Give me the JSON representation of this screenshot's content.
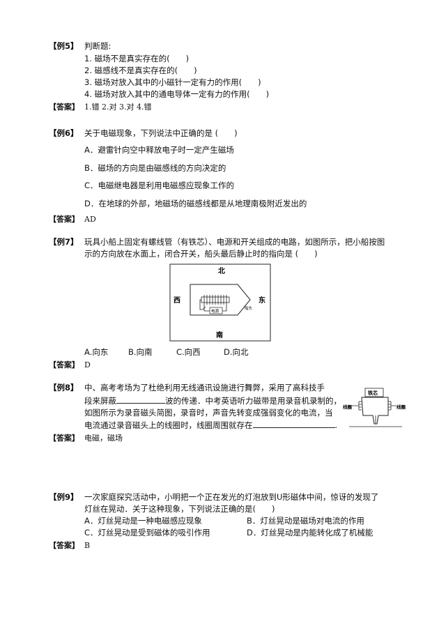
{
  "ex5": {
    "label": "【例5】",
    "title": "判断题:",
    "items": [
      "1. 磁场不是真实存在的(　　)",
      "2. 磁感线不是真实存在的(　　)",
      "3. 磁场对放入其中的小磁针一定有力的作用(　　)",
      "4. 磁场对放入其中的通电导体一定有力的作用(　　)"
    ],
    "answer_label": "【答案】",
    "answer": "1.错 2.对 3.对 4.错"
  },
  "ex6": {
    "label": "【例6】",
    "question": "关于电磁现象，下列说法中正确的是 (　　)",
    "options": [
      "A．避雷针向空中释放电子时一定产生磁场",
      "B．磁场的方向是由磁感线的方向决定的",
      "C．电磁继电器是利用电磁感应现象工作的",
      "D．在地球的外部，地磁场的磁感线都是从地理南极附近发出的"
    ],
    "answer_label": "【答案】",
    "answer": "AD"
  },
  "ex7": {
    "label": "【例7】",
    "question_line1": "玩具小船上固定有螺线管（有铁芯）、电源和开关组成的电路，如图所示，把小船按图",
    "question_line2": "示的方向放在水面上，闭合开关，船头最后静止时的指向是 (　　)",
    "figure": {
      "north": "北",
      "south": "南",
      "west": "西",
      "east": "东",
      "power": "电源",
      "bow": "船头"
    },
    "options": [
      "A.向东",
      "B.向南",
      "C.向西",
      "D.向北"
    ],
    "answer_label": "【答案】",
    "answer": "D"
  },
  "ex8": {
    "label": "【例8】",
    "line1": "中、高考考场为了杜绝利用无线通讯设施进行舞弊，采用了高科技手",
    "line2_a": "段来屏蔽",
    "line2_b": "波的传递．中考英语听力磁带是用录音机录制的，",
    "line3": "如图所示为录音磁头简图，录音时，声音先转变成强弱变化的电流，当",
    "line4_a": "电流通过录音磁头上的线圈时，线圈周围就存在",
    "line4_b": ".",
    "figure": {
      "core": "铁芯",
      "coil_left": "线圈",
      "coil_right": "线圈"
    },
    "answer_label": "【答案】",
    "answer": "电磁，磁场"
  },
  "ex9": {
    "label": "【例9】",
    "line1": "一次家庭探究活动中，小明把一个正在发光的灯泡放到U形磁体中间，惊讶的发现了",
    "line2": "灯丝在晃动．关于这种现象，下列说法正确的是(　　)",
    "options": [
      "A．灯丝晃动是一种电磁感应现象",
      "B．灯丝晃动是磁场对电流的作用",
      "C．灯丝晃动是受到磁体的吸引作用",
      "D．灯丝晃动是内能转化成了机械能"
    ],
    "answer_label": "【答案】",
    "answer": "B"
  }
}
